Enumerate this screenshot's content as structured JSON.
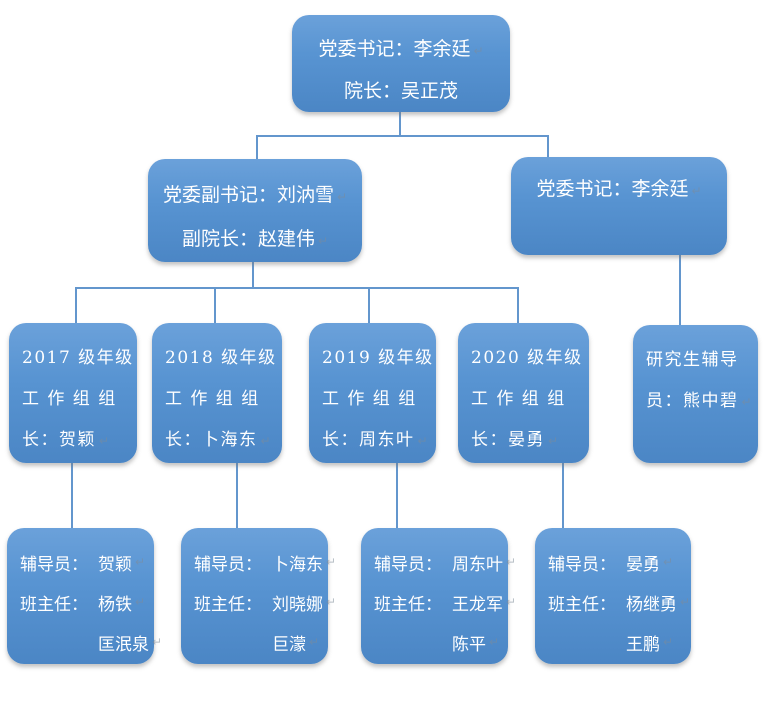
{
  "diagram": {
    "level1": {
      "lines": [
        "党委书记：李余廷",
        "院长：吴正茂"
      ]
    },
    "level2_left": {
      "lines": [
        "党委副书记：刘汭雪",
        "副院长：赵建伟"
      ]
    },
    "level2_right": {
      "lines": [
        "党委书记：李余廷"
      ]
    },
    "level3": [
      {
        "lines": [
          "2017 级年级",
          "工 作 组 组",
          "长：贺颖"
        ]
      },
      {
        "lines": [
          "2018 级年级",
          "工 作 组 组",
          "长：卜海东"
        ]
      },
      {
        "lines": [
          "2019 级年级",
          "工 作 组 组",
          "长：周东叶"
        ]
      },
      {
        "lines": [
          "2020 级年级",
          "工 作 组 组",
          "长：晏勇"
        ]
      },
      {
        "lines": [
          "研究生辅导",
          "员：熊中碧"
        ]
      }
    ],
    "level4": [
      {
        "rows": [
          {
            "label": "辅导员：",
            "name": "贺颖"
          },
          {
            "label": "班主任：",
            "name": "杨铁"
          },
          {
            "label": "",
            "name": "匡泯泉"
          }
        ]
      },
      {
        "rows": [
          {
            "label": "辅导员：",
            "name": "卜海东"
          },
          {
            "label": "班主任：",
            "name": "刘晓娜"
          },
          {
            "label": "",
            "name": "巨濛"
          }
        ]
      },
      {
        "rows": [
          {
            "label": "辅导员：",
            "name": "周东叶"
          },
          {
            "label": "班主任：",
            "name": "王龙军"
          },
          {
            "label": "",
            "name": "陈平"
          }
        ]
      },
      {
        "rows": [
          {
            "label": "辅导员：",
            "name": "晏勇"
          },
          {
            "label": "班主任：",
            "name": "杨继勇"
          },
          {
            "label": "",
            "name": "王鹏"
          }
        ]
      }
    ],
    "colors": {
      "box_top": "#6ba1da",
      "box_bottom": "#4b86c5",
      "connector": "#6396cd",
      "text": "#ffffff"
    },
    "marks": {
      "line_break": "↵"
    }
  }
}
